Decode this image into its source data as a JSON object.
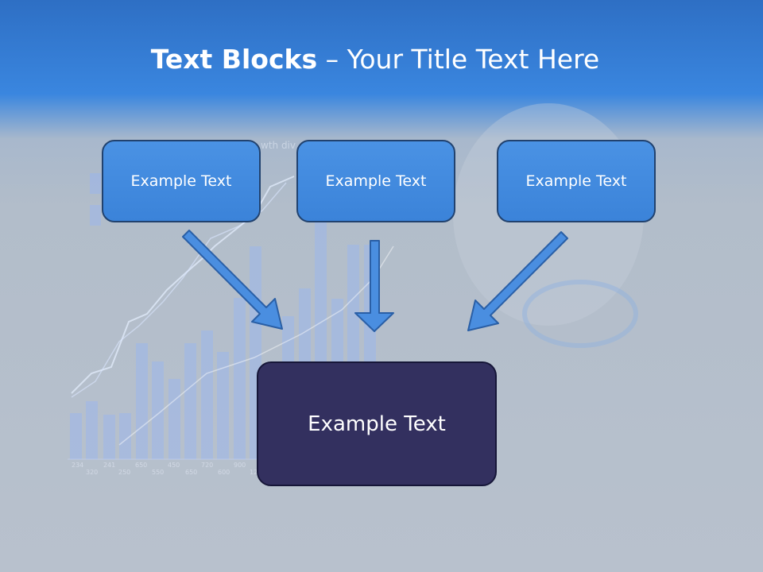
{
  "slide": {
    "title_bold": "Text Blocks",
    "title_dash": " – ",
    "title_rest": "Your Title Text Here",
    "boxes_top": [
      "Example Text",
      "Example Text",
      "Example Text"
    ],
    "box_bottom": "Example Text"
  },
  "background": {
    "chart_caption": "wth div",
    "axis_labels": [
      "234",
      "320",
      "241",
      "250",
      "650",
      "550",
      "450",
      "650",
      "720",
      "600",
      "900",
      "12"
    ]
  },
  "colors": {
    "header_blue": "#3a86df",
    "box_blue": "#4a92e4",
    "box_dark": "#33305f",
    "arrow_fill": "#4a8ee0",
    "arrow_stroke": "#2a5fa6"
  }
}
